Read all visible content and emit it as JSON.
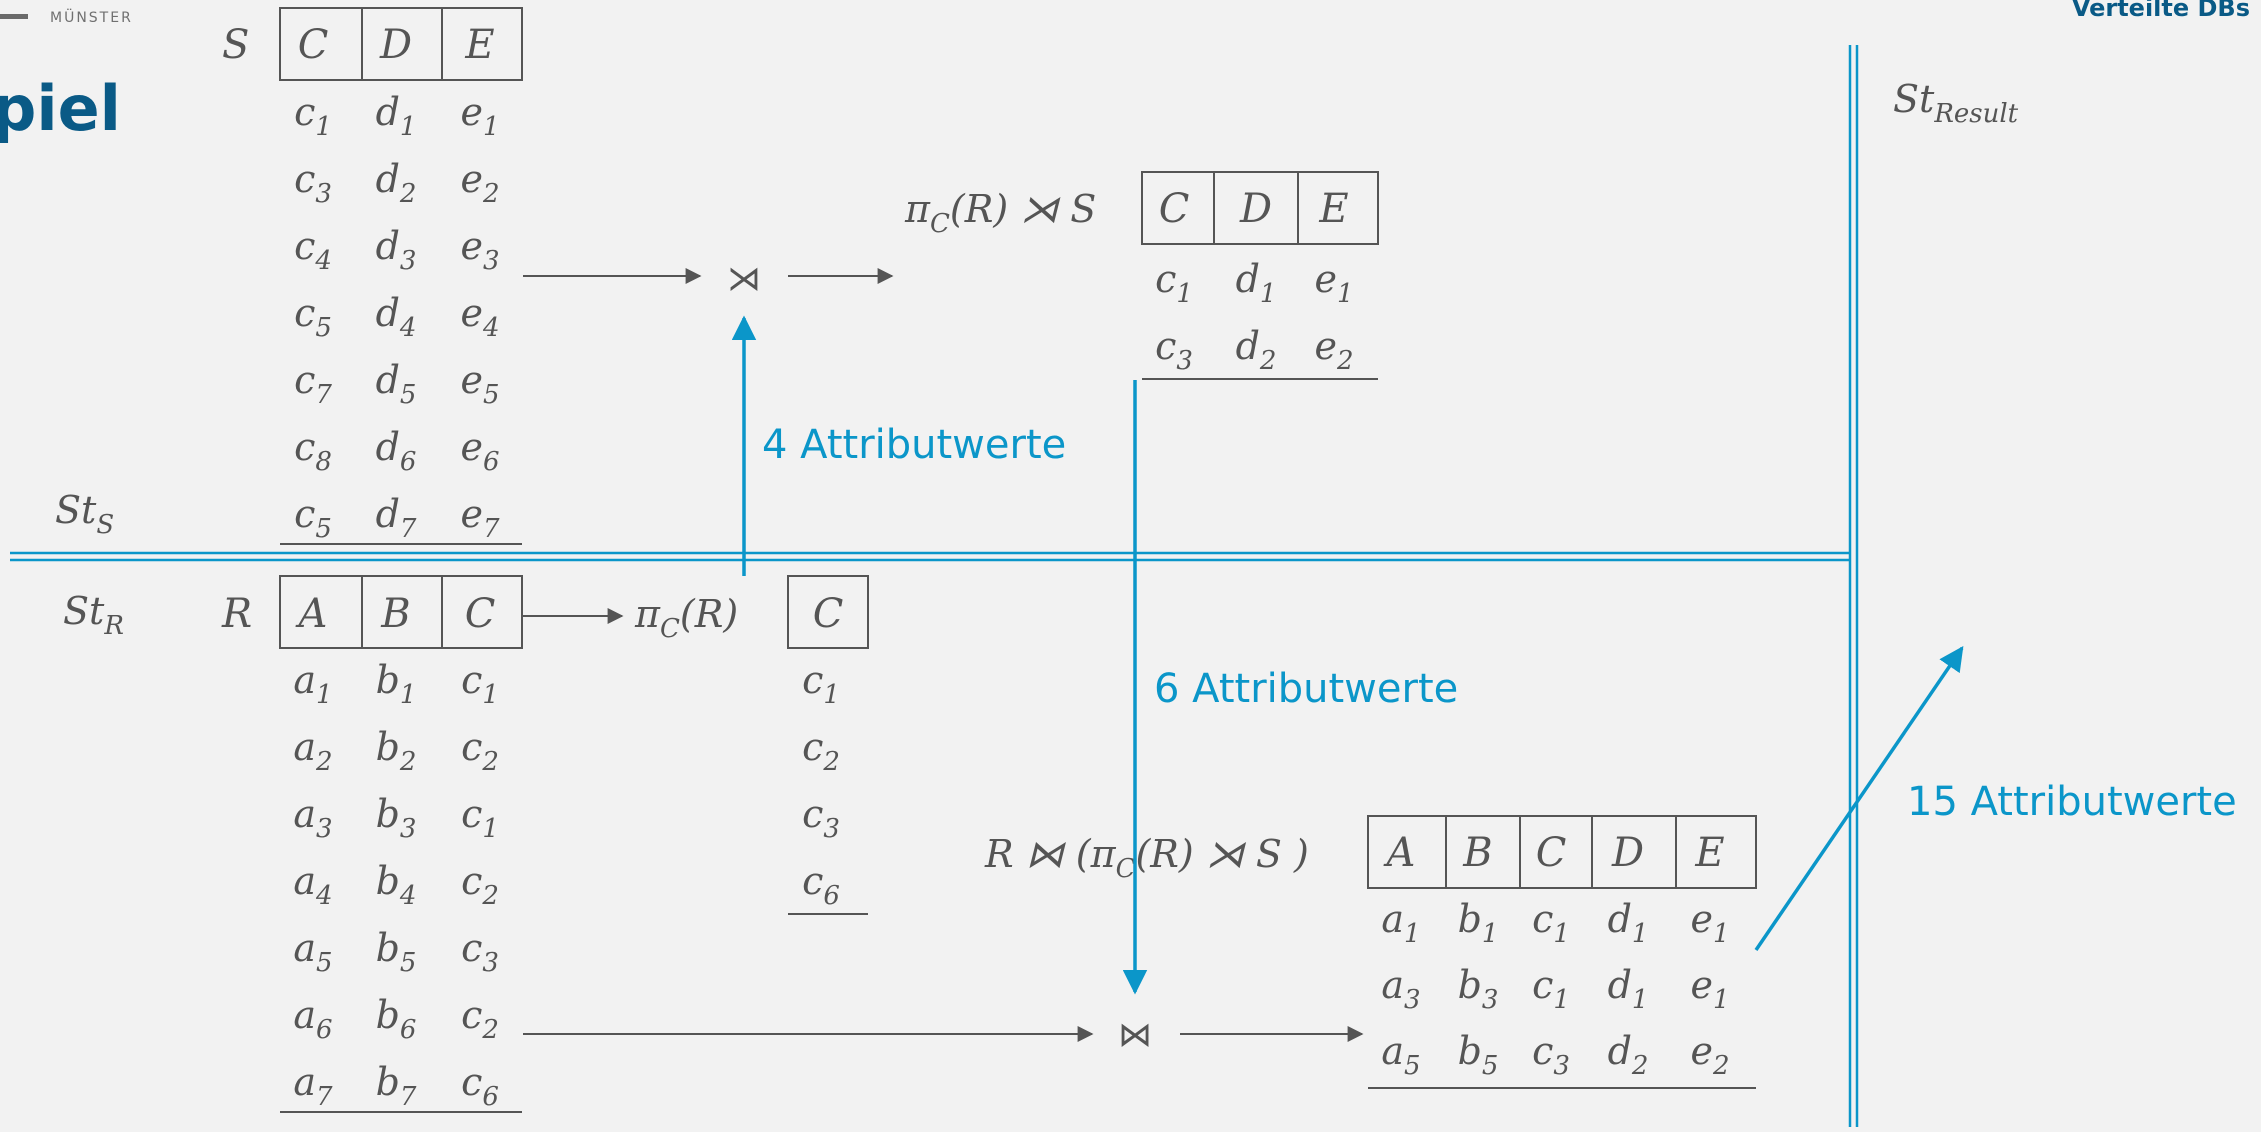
{
  "header": {
    "logo_text": "MÜNSTER",
    "title_fragment": "piel",
    "course": "Verteilte DBs"
  },
  "sites": {
    "st_s": {
      "base": "St",
      "sub": "S"
    },
    "st_r": {
      "base": "St",
      "sub": "R"
    },
    "st_result": {
      "base": "St",
      "sub": "Result"
    }
  },
  "tables": {
    "S": {
      "label": "S",
      "columns": [
        "C",
        "D",
        "E"
      ],
      "rows": [
        [
          [
            "c",
            "1"
          ],
          [
            "d",
            "1"
          ],
          [
            "e",
            "1"
          ]
        ],
        [
          [
            "c",
            "3"
          ],
          [
            "d",
            "2"
          ],
          [
            "e",
            "2"
          ]
        ],
        [
          [
            "c",
            "4"
          ],
          [
            "d",
            "3"
          ],
          [
            "e",
            "3"
          ]
        ],
        [
          [
            "c",
            "5"
          ],
          [
            "d",
            "4"
          ],
          [
            "e",
            "4"
          ]
        ],
        [
          [
            "c",
            "7"
          ],
          [
            "d",
            "5"
          ],
          [
            "e",
            "5"
          ]
        ],
        [
          [
            "c",
            "8"
          ],
          [
            "d",
            "6"
          ],
          [
            "e",
            "6"
          ]
        ],
        [
          [
            "c",
            "5"
          ],
          [
            "d",
            "7"
          ],
          [
            "e",
            "7"
          ]
        ]
      ]
    },
    "R": {
      "label": "R",
      "columns": [
        "A",
        "B",
        "C"
      ],
      "rows": [
        [
          [
            "a",
            "1"
          ],
          [
            "b",
            "1"
          ],
          [
            "c",
            "1"
          ]
        ],
        [
          [
            "a",
            "2"
          ],
          [
            "b",
            "2"
          ],
          [
            "c",
            "2"
          ]
        ],
        [
          [
            "a",
            "3"
          ],
          [
            "b",
            "3"
          ],
          [
            "c",
            "1"
          ]
        ],
        [
          [
            "a",
            "4"
          ],
          [
            "b",
            "4"
          ],
          [
            "c",
            "2"
          ]
        ],
        [
          [
            "a",
            "5"
          ],
          [
            "b",
            "5"
          ],
          [
            "c",
            "3"
          ]
        ],
        [
          [
            "a",
            "6"
          ],
          [
            "b",
            "6"
          ],
          [
            "c",
            "2"
          ]
        ],
        [
          [
            "a",
            "7"
          ],
          [
            "b",
            "7"
          ],
          [
            "c",
            "6"
          ]
        ]
      ]
    },
    "PiC": {
      "label_pi": "π",
      "label_sub": "C",
      "label_rest": "(R)",
      "columns": [
        "C"
      ],
      "rows": [
        [
          [
            "c",
            "1"
          ]
        ],
        [
          [
            "c",
            "2"
          ]
        ],
        [
          [
            "c",
            "3"
          ]
        ],
        [
          [
            "c",
            "6"
          ]
        ]
      ]
    },
    "Semi": {
      "label_pi": "π",
      "label_sub": "C",
      "label_rest": "(R) ⋊ S",
      "columns": [
        "C",
        "D",
        "E"
      ],
      "rows": [
        [
          [
            "c",
            "1"
          ],
          [
            "d",
            "1"
          ],
          [
            "e",
            "1"
          ]
        ],
        [
          [
            "c",
            "3"
          ],
          [
            "d",
            "2"
          ],
          [
            "e",
            "2"
          ]
        ]
      ]
    },
    "Result": {
      "label_pre": "R ⋈ (π",
      "label_sub": "C",
      "label_rest": "(R) ⋊ S )",
      "columns": [
        "A",
        "B",
        "C",
        "D",
        "E"
      ],
      "rows": [
        [
          [
            "a",
            "1"
          ],
          [
            "b",
            "1"
          ],
          [
            "c",
            "1"
          ],
          [
            "d",
            "1"
          ],
          [
            "e",
            "1"
          ]
        ],
        [
          [
            "a",
            "3"
          ],
          [
            "b",
            "3"
          ],
          [
            "c",
            "1"
          ],
          [
            "d",
            "1"
          ],
          [
            "e",
            "1"
          ]
        ],
        [
          [
            "a",
            "5"
          ],
          [
            "b",
            "5"
          ],
          [
            "c",
            "3"
          ],
          [
            "d",
            "2"
          ],
          [
            "e",
            "2"
          ]
        ]
      ]
    }
  },
  "operators": {
    "semijoin": "⋊",
    "join": "⋈"
  },
  "transfers": {
    "t1": "4 Attributwerte",
    "t2": "6 Attributwerte",
    "t3": "15 Attributwerte"
  },
  "colors": {
    "accent": "#0b96c9",
    "heading": "#0a5a86",
    "text": "#555555",
    "background": "#f2f2f2"
  }
}
